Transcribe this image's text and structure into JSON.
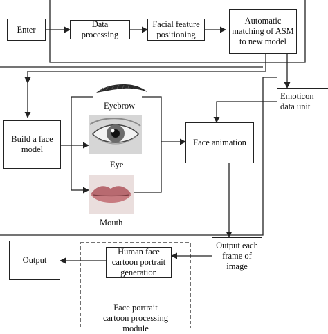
{
  "nodes": {
    "enter": "Enter",
    "data_processing": "Data processing",
    "facial_feature_positioning": "Facial feature positioning",
    "automatic_matching": "Automatic matching of ASM to new model",
    "emoticon_data_unit": "Emoticon data unit",
    "build_face_model": "Build a face model",
    "face_animation": "Face animation",
    "output_each_frame": "Output each frame of image",
    "human_face_cartoon": "Human face cartoon portrait generation",
    "output": "Output"
  },
  "features": {
    "eyebrow": "Eyebrow",
    "eye": "Eye",
    "mouth": "Mouth"
  },
  "module_label": "Face portrait cartoon processing module"
}
